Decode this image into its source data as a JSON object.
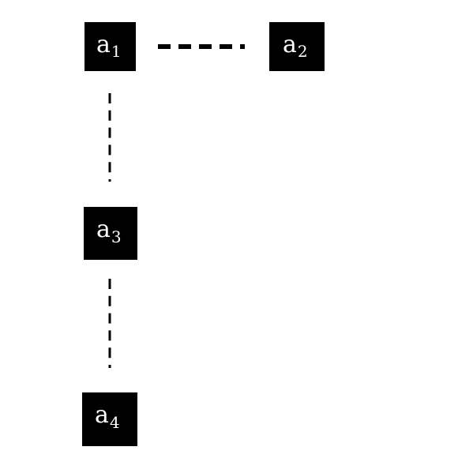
{
  "nodes": [
    {
      "id": "a1",
      "base": "a",
      "sub": "1"
    },
    {
      "id": "a2",
      "base": "a",
      "sub": "2"
    },
    {
      "id": "a3",
      "base": "a",
      "sub": "3"
    },
    {
      "id": "a4",
      "base": "a",
      "sub": "4"
    }
  ],
  "edges": [
    {
      "from": "a1",
      "to": "a2",
      "style": "dashed"
    },
    {
      "from": "a1",
      "to": "a3",
      "style": "dashed"
    },
    {
      "from": "a3",
      "to": "a4",
      "style": "dashed"
    }
  ],
  "colors": {
    "node_fill": "#000000",
    "node_text": "#ffffff",
    "edge": "#000000",
    "background": "#ffffff"
  }
}
